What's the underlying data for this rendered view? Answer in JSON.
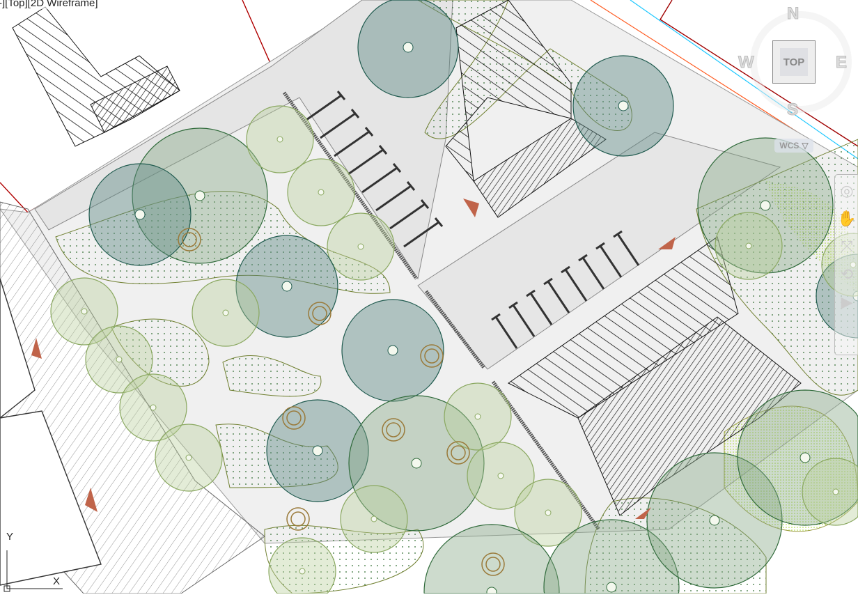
{
  "viewport": {
    "label": "-][Top][2D Wireframe]"
  },
  "viewcube": {
    "north": "N",
    "south": "S",
    "east": "E",
    "west": "W",
    "face": "TOP"
  },
  "wcs": {
    "label": "WCS",
    "arrow": "▽"
  },
  "ucs": {
    "x_label": "X",
    "y_label": "Y"
  },
  "colors": {
    "tree_dark": "#5f8a86",
    "tree_light": "#b9cf9a",
    "paving": "#e6e6e6",
    "boundary": "#b00000",
    "orange_line": "#ff5a1f",
    "cyan_line": "#1ec8ff",
    "marker": "#c0644a"
  }
}
